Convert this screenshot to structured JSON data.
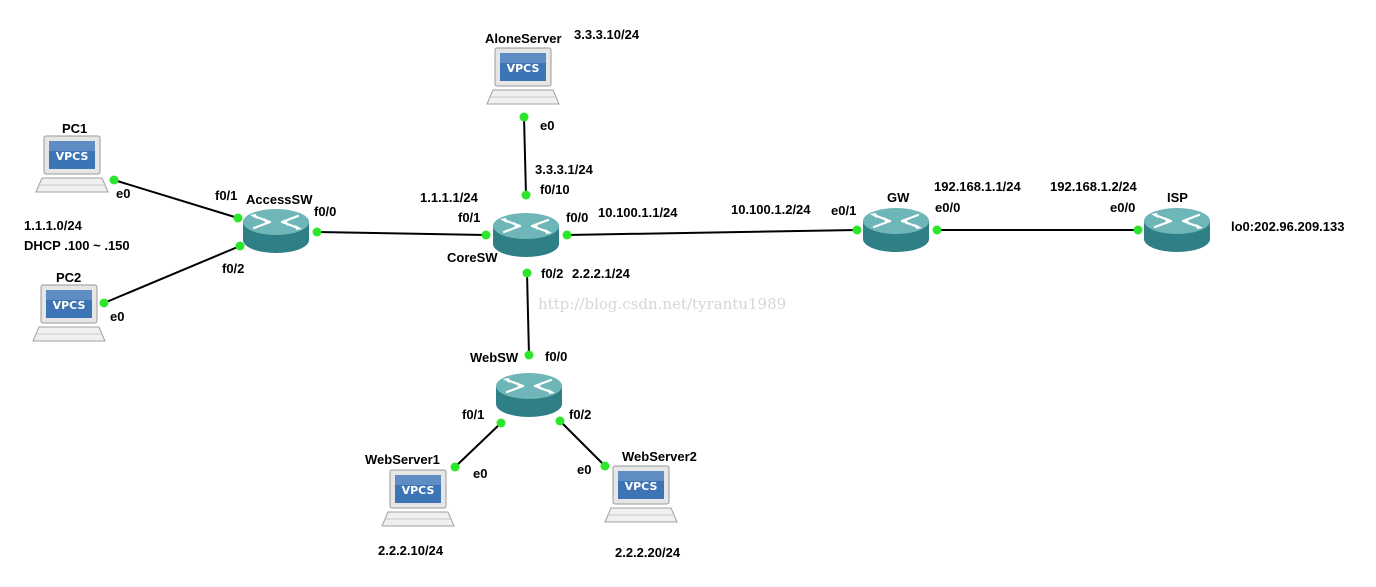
{
  "colors": {
    "link": "#000000",
    "port_dot": "#2ce62c",
    "router_top": "#6fb6b8",
    "router_side": "#2f7f86",
    "vpcs_screen": "#3c74b6",
    "watermark": "#d6d6d6"
  },
  "nodes": {
    "alone_server": {
      "name": "AloneServer",
      "ip": "3.3.3.10/24",
      "badge": "VPCS",
      "icon": "vpcs-pc-icon"
    },
    "pc1": {
      "name": "PC1",
      "badge": "VPCS",
      "icon": "vpcs-pc-icon"
    },
    "pc2": {
      "name": "PC2",
      "badge": "VPCS",
      "icon": "vpcs-pc-icon"
    },
    "access_sw": {
      "name": "AccessSW",
      "icon": "router-icon"
    },
    "core_sw": {
      "name": "CoreSW",
      "icon": "router-icon"
    },
    "web_sw": {
      "name": "WebSW",
      "icon": "router-icon"
    },
    "gw": {
      "name": "GW",
      "icon": "router-icon"
    },
    "isp": {
      "name": "ISP",
      "loopback": "lo0:202.96.209.133",
      "icon": "router-icon"
    },
    "web_server1": {
      "name": "WebServer1",
      "ip": "2.2.2.10/24",
      "badge": "VPCS",
      "icon": "vpcs-pc-icon"
    },
    "web_server2": {
      "name": "WebServer2",
      "ip": "2.2.2.20/24",
      "badge": "VPCS",
      "icon": "vpcs-pc-icon"
    }
  },
  "lan_notes": {
    "subnet": "1.1.1.0/24",
    "dhcp": "DHCP .100 ~ .150"
  },
  "ports": {
    "pc1_e0": "e0",
    "pc2_e0": "e0",
    "access_f0_1": "f0/1",
    "access_f0_2": "f0/2",
    "access_f0_0": "f0/0",
    "core_f0_1": "f0/1",
    "core_f0_10": "f0/10",
    "core_f0_0": "f0/0",
    "core_f0_2": "f0/2",
    "alone_e0": "e0",
    "gw_e0_1": "e0/1",
    "gw_e0_0": "e0/0",
    "isp_e0_0": "e0/0",
    "websw_f0_0": "f0/0",
    "websw_f0_1": "f0/1",
    "websw_f0_2": "f0/2",
    "ws1_e0": "e0",
    "ws2_e0": "e0"
  },
  "ips": {
    "core_vlan1": "1.1.1.1/24",
    "core_vlan3": "3.3.3.1/24",
    "core_uplink": "10.100.1.1/24",
    "core_vlan2": "2.2.2.1/24",
    "gw_inside": "10.100.1.2/24",
    "gw_outside": "192.168.1.1/24",
    "isp_inside": "192.168.1.2/24"
  },
  "watermark": "http://blog.csdn.net/tyrantu1989"
}
